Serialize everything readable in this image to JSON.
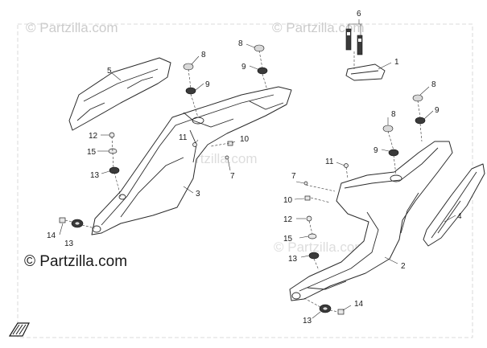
{
  "watermarks": {
    "top_left": "© Partzilla.com",
    "top_right": "© Partzilla.com",
    "center_left": "© Partzilla.com",
    "center_right": "© Partzilla.com",
    "bottom_left": "© Partzilla.com"
  },
  "callouts": {
    "c1": "1",
    "c2": "2",
    "c3": "3",
    "c4": "4",
    "c5": "5",
    "c6": "6",
    "c7a": "7",
    "c7b": "7",
    "c8a": "8",
    "c8b": "8",
    "c8c": "8",
    "c8d": "8",
    "c9a": "9",
    "c9b": "9",
    "c9c": "9",
    "c9d": "9",
    "c10a": "10",
    "c10b": "10",
    "c11a": "11",
    "c11b": "11",
    "c12a": "12",
    "c12b": "12",
    "c13a": "13",
    "c13b": "13",
    "c13c": "13",
    "c13d": "13",
    "c14a": "14",
    "c14b": "14",
    "c15a": "15",
    "c15b": "15"
  },
  "icons": {
    "corner_logo": "cfmoto-logo-icon"
  },
  "colors": {
    "line": "#2a2a2a",
    "watermark": "#c8c8c8",
    "watermark_dark": "#1a1a1a"
  }
}
